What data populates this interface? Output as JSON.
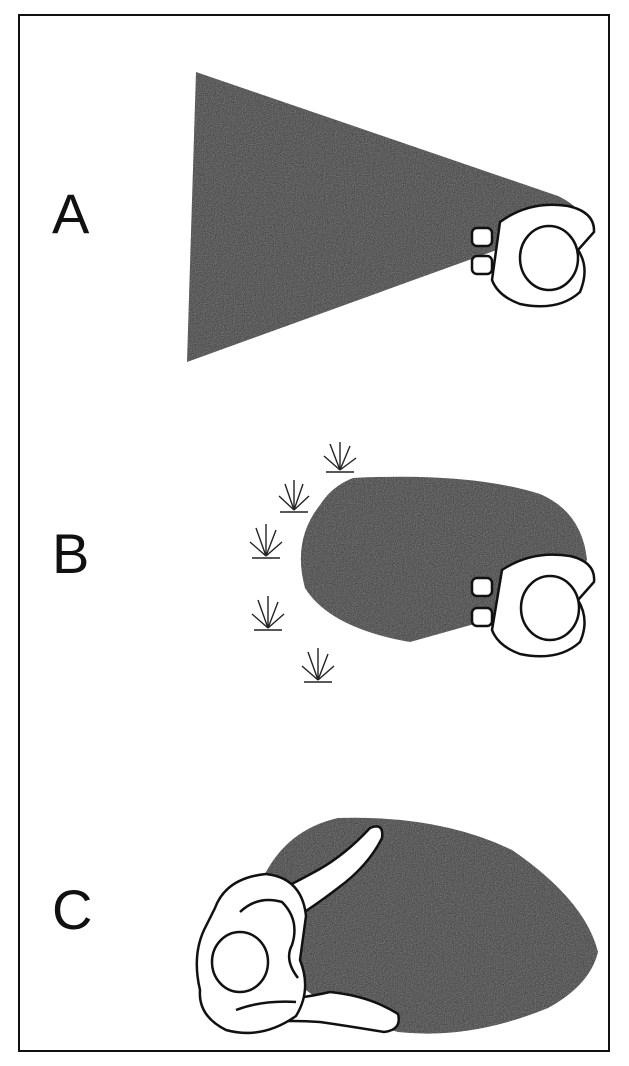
{
  "panels": [
    {
      "label": "A"
    },
    {
      "label": "B"
    },
    {
      "label": "C"
    }
  ],
  "colors": {
    "ink": "#111111",
    "fill": "#3a3a3a",
    "paper": "#ffffff"
  }
}
